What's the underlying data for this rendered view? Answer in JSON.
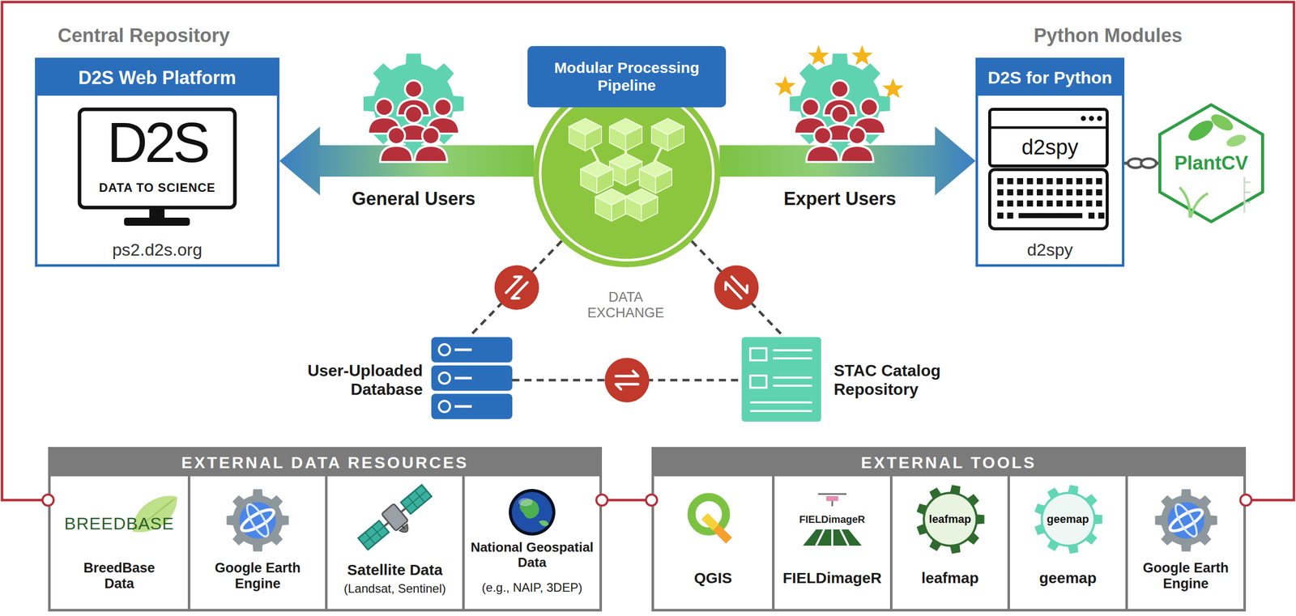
{
  "diagram": {
    "nodes": [
      {
        "text": [
          "Central Repository",
          "D2S Web Platform",
          "D2S",
          "DATA TO SCIENCE",
          "ps2.d2s.org"
        ]
      },
      {
        "text": [
          "Modular Processing Pipeline"
        ]
      },
      {
        "text": [
          "Python Modules",
          "D2S for Python",
          "d2spy",
          "d2spy"
        ]
      },
      {
        "text": [
          "PlantCV"
        ]
      },
      {
        "text": [
          "User-Uploaded Database"
        ]
      },
      {
        "text": [
          "STAC Catalog Repository"
        ]
      },
      {
        "text": [
          "EXTERNAL DATA RESOURCES"
        ]
      },
      {
        "text": [
          "BREEDBASE",
          "BreedBase Data"
        ],
        "in": 6
      },
      {
        "text": [
          "Google Earth Engine"
        ],
        "in": 6
      },
      {
        "text": [
          "Satellite Data",
          "(Landsat, Sentinel)"
        ],
        "in": 6
      },
      {
        "text": [
          "National Geospatial Data",
          "(e.g., NAIP, 3DEP)"
        ],
        "in": 6
      },
      {
        "text": [
          "EXTERNAL TOOLS"
        ]
      },
      {
        "text": [
          "QGIS"
        ],
        "in": 11
      },
      {
        "text": [
          "FIELDimageR",
          "FIELDimageR"
        ],
        "in": 11
      },
      {
        "text": [
          "leafmap",
          "leafmap"
        ],
        "in": 11
      },
      {
        "text": [
          "geemap",
          "geemap"
        ],
        "in": 11
      },
      {
        "text": [
          "Google Earth Engine"
        ],
        "in": 11
      }
    ],
    "edges": [
      {
        "from": 1,
        "to": 0,
        "arrow": "to"
      },
      {
        "from": 1,
        "to": 2,
        "arrow": "to"
      },
      {
        "from": 1,
        "to": 4,
        "arrow": "none"
      },
      {
        "from": 1,
        "to": 5,
        "arrow": "none"
      },
      {
        "from": 4,
        "to": 5,
        "arrow": "none"
      },
      {
        "from": 2,
        "to": 3,
        "arrow": "none"
      },
      {
        "from": 6,
        "to": 11,
        "arrow": "none"
      },
      {
        "from": 6,
        "to": 11,
        "arrow": "none"
      }
    ],
    "labels": [
      "General Users",
      "Expert Users",
      "DATA EXCHANGE"
    ]
  }
}
